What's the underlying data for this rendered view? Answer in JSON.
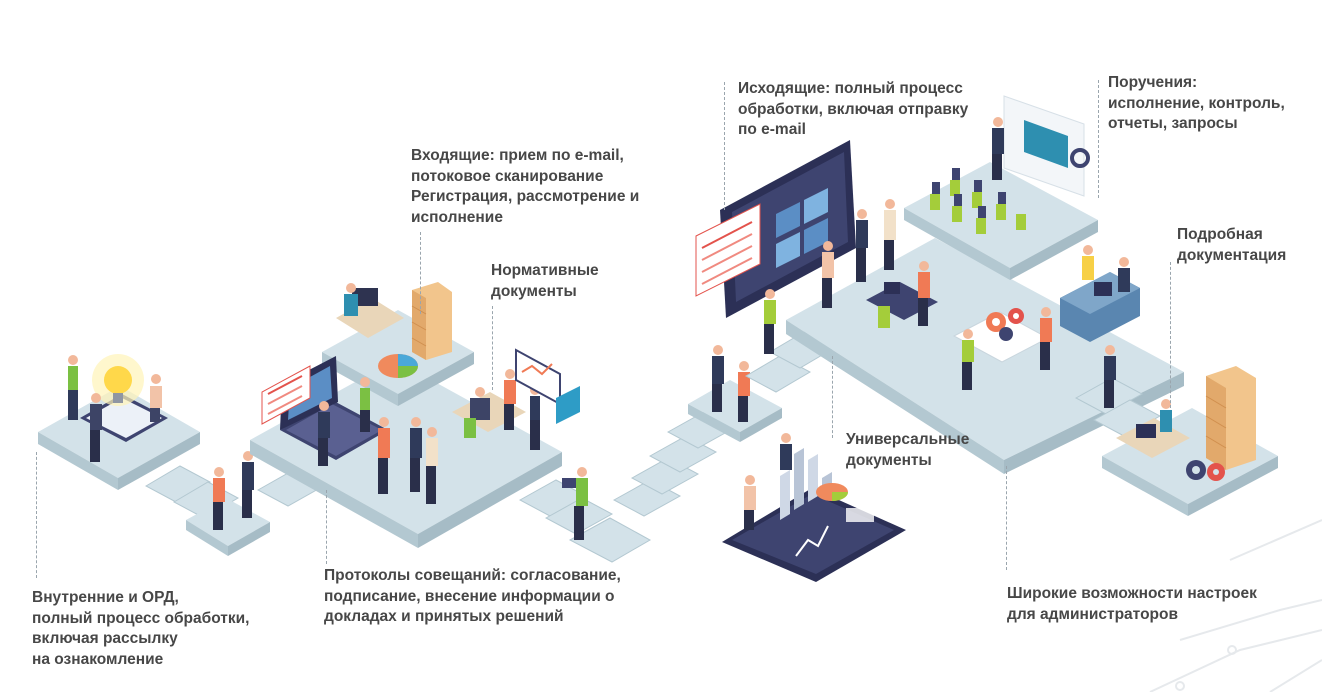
{
  "colors": {
    "platform_top": "#d3e2e9",
    "platform_side": "#b3c8d1",
    "screen_dark": "#3a3f66",
    "screen_blue": "#5b8ec5",
    "accent_orange": "#f07a55",
    "accent_green": "#a4cd3a",
    "text": "#474747",
    "leader": "#9aa5ad"
  },
  "labels": {
    "internal": "Внутренние и ОРД,\nполный процесс обработки,\nвключая рассылку\nна ознакомление",
    "protocols": "Протоколы совещаний: согласование,\nподписание, внесение информации о\nдокладах и принятых решений",
    "incoming": "Входящие: прием по e-mail,\nпотоковое сканирование\nРегистрация, рассмотрение и\nисполнение",
    "normative": "Нормативные\nдокументы",
    "outgoing": "Исходящие: полный процесс\nобработки, включая отправку\nпо e-mail",
    "universal": "Универсальные\nдокументы",
    "assignments": "Поручения:\nисполнение, контроль,\nотчеты, запросы",
    "detailed_docs": "Подробная\nдокументация",
    "admin_settings": "Широкие возможности настроек\nдля администраторов"
  },
  "icons": [
    "lightbulb-icon",
    "pie-chart-icon",
    "gear-icon",
    "bar-chart-icon",
    "file-cabinet-icon",
    "laptop-icon",
    "monitor-icon",
    "people-icon"
  ]
}
